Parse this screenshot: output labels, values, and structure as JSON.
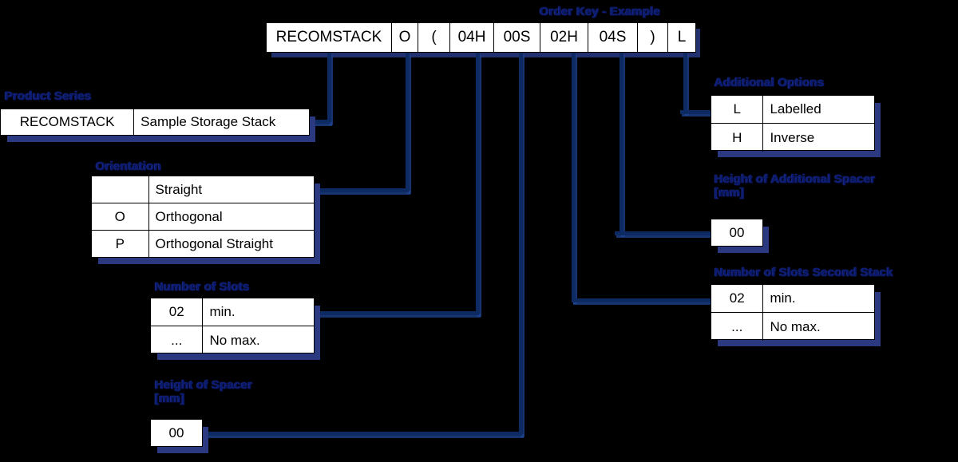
{
  "title": "Order Key - Example",
  "order_key": {
    "segments": [
      {
        "text": "RECOMSTACK",
        "width": 157
      },
      {
        "text": "O",
        "width": 33
      },
      {
        "text": "(",
        "width": 40
      },
      {
        "text": "04H",
        "width": 55
      },
      {
        "text": "00S",
        "width": 58
      },
      {
        "text": "02H",
        "width": 60
      },
      {
        "text": "04S",
        "width": 62
      },
      {
        "text": ")",
        "width": 38
      },
      {
        "text": "L",
        "width": 34
      }
    ]
  },
  "sections": {
    "product_series": {
      "caption": "Product Series",
      "rows": [
        {
          "code": "RECOMSTACK",
          "desc": "Sample Storage Stack"
        }
      ]
    },
    "orientation": {
      "caption": "Orientation",
      "rows": [
        {
          "code": "",
          "desc": "Straight"
        },
        {
          "code": "O",
          "desc": "Orthogonal"
        },
        {
          "code": "P",
          "desc": "Orthogonal Straight"
        }
      ]
    },
    "number_of_slots": {
      "caption": "Number of Slots",
      "rows": [
        {
          "code": "02",
          "desc": "min."
        },
        {
          "code": "...",
          "desc": "No max."
        }
      ]
    },
    "height_of_spacer": {
      "caption": "Height of Spacer\n[mm]",
      "rows": [
        {
          "code": "00"
        }
      ]
    },
    "additional_options": {
      "caption": "Additional Options",
      "rows": [
        {
          "code": "L",
          "desc": "Labelled"
        },
        {
          "code": "H",
          "desc": "Inverse"
        }
      ]
    },
    "height_of_additional_spacer": {
      "caption": "Height of Additional Spacer\n[mm]",
      "rows": [
        {
          "code": "00"
        }
      ]
    },
    "number_of_slots_second_stack": {
      "caption": "Number of Slots Second Stack",
      "rows": [
        {
          "code": "02",
          "desc": "min."
        },
        {
          "code": "...",
          "desc": "No max."
        }
      ]
    }
  },
  "colors": {
    "background": "#000000",
    "box_fill": "#ffffff",
    "box_border": "#000000",
    "caption_text": "#0a1a6e",
    "connector": "#0e2a63",
    "connector_shadow": "#1e4696"
  }
}
